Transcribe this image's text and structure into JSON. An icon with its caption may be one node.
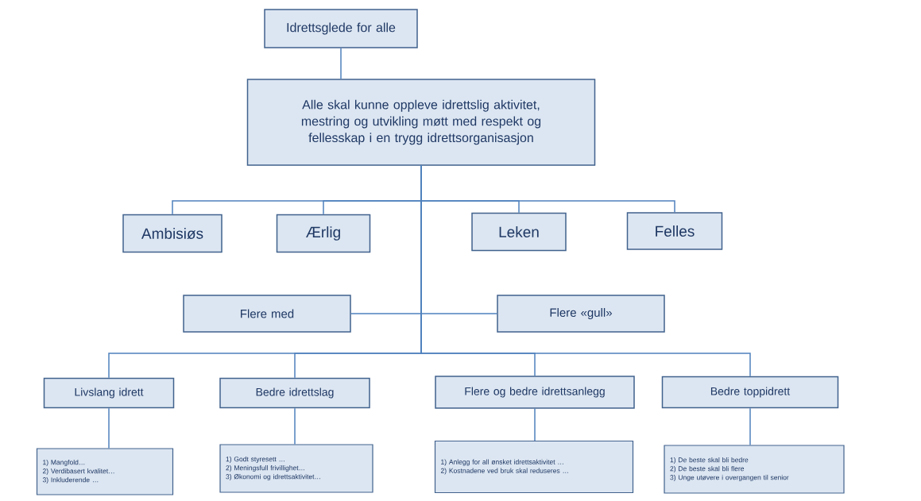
{
  "diagram": {
    "nodes": [
      {
        "text": [
          "Idrettsglede for alle"
        ]
      },
      {
        "text": [
          "Alle skal kunne oppleve idrettslig aktivitet, mestring og utvikling møtt med respekt og fellesskap i en trygg idrettsorganisasjon"
        ]
      },
      {
        "text": [
          "Ambisiøs"
        ]
      },
      {
        "text": [
          "Ærlig"
        ]
      },
      {
        "text": [
          "Leken"
        ]
      },
      {
        "text": [
          "Felles"
        ]
      },
      {
        "text": [
          "Flere med"
        ]
      },
      {
        "text": [
          "Flere «gull»"
        ]
      },
      {
        "text": [
          "Livslang idrett"
        ]
      },
      {
        "text": [
          "Bedre idrettslag"
        ]
      },
      {
        "text": [
          "Flere og bedre idrettsanlegg"
        ]
      },
      {
        "text": [
          "Bedre toppidrett"
        ]
      },
      {
        "text": [
          "1) Mangfold…",
          "2) Verdibasert kvalitet…",
          "3) Inkluderende …"
        ]
      },
      {
        "text": [
          "1) Godt styresett …",
          "2) Meningsfull frivillighet…",
          "3) Økonomi og idrettsaktivitet…"
        ]
      },
      {
        "text": [
          "1) Anlegg for all ønsket idrettsaktivitet …",
          "2) Kostnadene ved bruk skal reduseres …"
        ]
      },
      {
        "text": [
          "1) De beste skal bli bedre",
          "2) De beste skal bli flere",
          "3) Unge utøvere i overgangen til senior"
        ]
      }
    ],
    "edges": [
      {
        "from": 0,
        "to": 1,
        "arrow": "none"
      },
      {
        "from": 1,
        "to": 2,
        "arrow": "none"
      },
      {
        "from": 1,
        "to": 3,
        "arrow": "none"
      },
      {
        "from": 1,
        "to": 4,
        "arrow": "none"
      },
      {
        "from": 1,
        "to": 5,
        "arrow": "none"
      },
      {
        "from": 1,
        "to": 6,
        "arrow": "none"
      },
      {
        "from": 1,
        "to": 7,
        "arrow": "none"
      },
      {
        "from": 1,
        "to": 8,
        "arrow": "none"
      },
      {
        "from": 1,
        "to": 9,
        "arrow": "none"
      },
      {
        "from": 1,
        "to": 10,
        "arrow": "none"
      },
      {
        "from": 1,
        "to": 11,
        "arrow": "none"
      },
      {
        "from": 8,
        "to": 12,
        "arrow": "none"
      },
      {
        "from": 9,
        "to": 13,
        "arrow": "none"
      },
      {
        "from": 10,
        "to": 14,
        "arrow": "none"
      },
      {
        "from": 11,
        "to": 15,
        "arrow": "none"
      }
    ]
  }
}
